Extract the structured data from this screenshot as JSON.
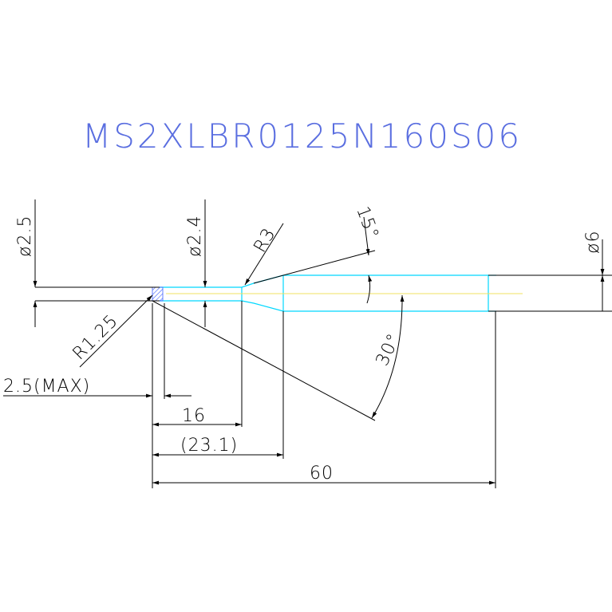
{
  "title": "MS2XLBR0125N160S06",
  "dimensions": {
    "d_tip": "ø2.5",
    "d_neck": "ø2.4",
    "radius_shoulder": "R3",
    "angle_shoulder": "15°",
    "d_shank": "ø6",
    "radius_tip": "R1.25",
    "max_depth": "2.5(MAX)",
    "angle_tip": "30°",
    "effective_length": "16",
    "neck_length": "(23.1)",
    "overall_length": "60"
  },
  "colors": {
    "title": "#5a6ee0",
    "tool_outline": "#00d8ff",
    "center_axis": "#f0e060",
    "dimension": "#000000"
  }
}
